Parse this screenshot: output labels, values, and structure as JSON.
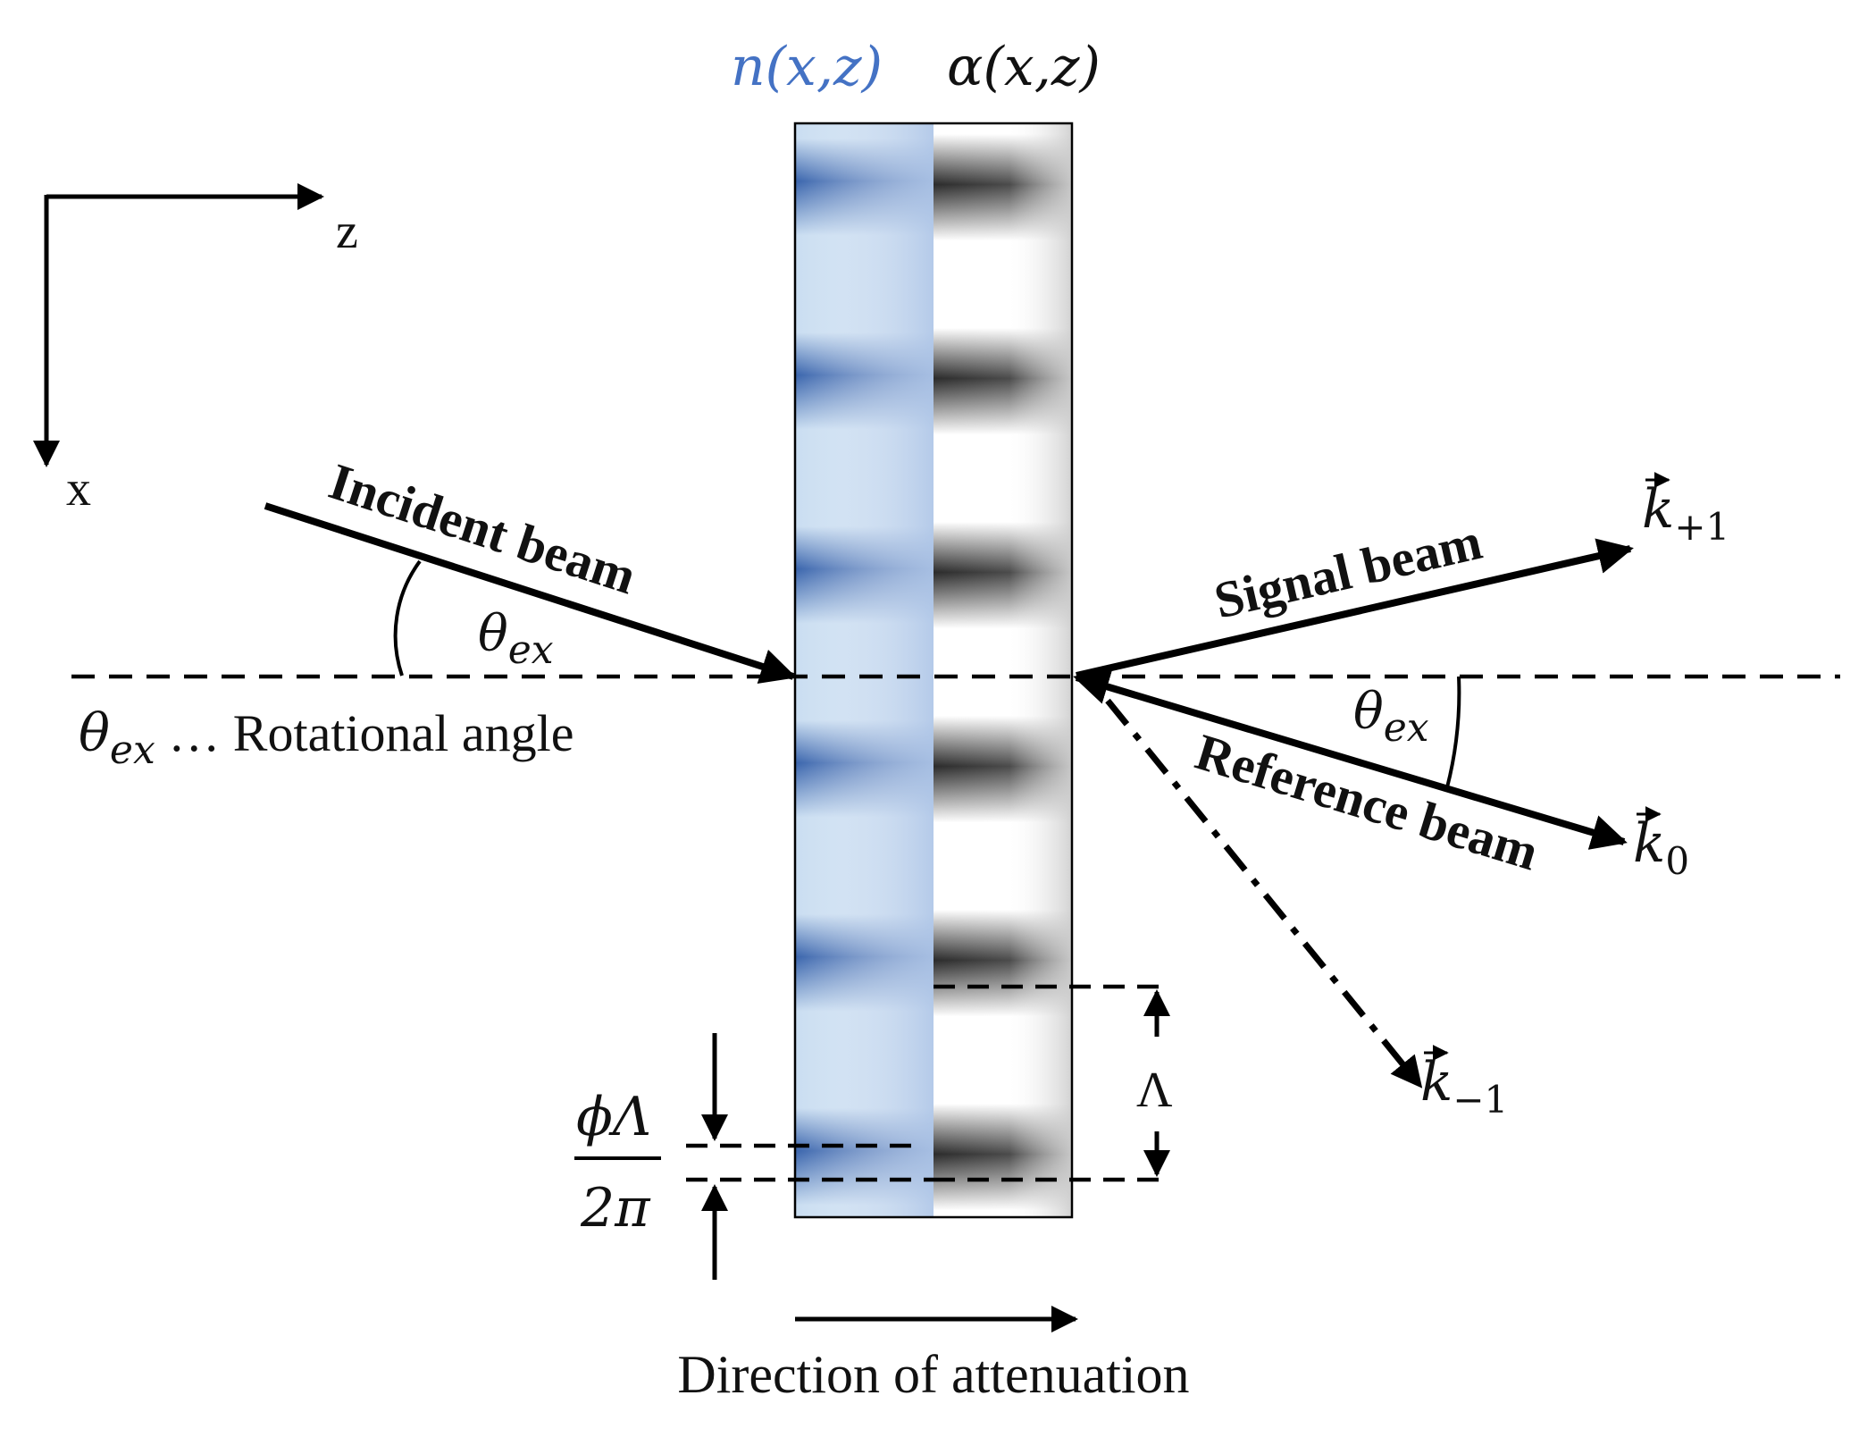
{
  "header": {
    "n_label": "n(x,z)",
    "alpha_label": "α(x,z)"
  },
  "axes": {
    "z_label": "z",
    "x_label": "x"
  },
  "beams": {
    "incident": "Incident beam",
    "signal": "Signal beam",
    "reference": "Reference beam"
  },
  "angles": {
    "theta_left_base": "θ",
    "theta_left_sub": "ex",
    "theta_right_base": "θ",
    "theta_right_sub": "ex",
    "legend_base": "θ",
    "legend_sub": "ex",
    "legend_text": " … Rotational angle"
  },
  "wavevectors": {
    "k_plus": {
      "base": "k",
      "sub": "+1"
    },
    "k_zero": {
      "base": "k",
      "sub": "0"
    },
    "k_minus": {
      "base": "k",
      "sub": "−1"
    }
  },
  "period": {
    "lambda": "Λ",
    "shift_numerator": "ϕΛ",
    "shift_denominator": "2π"
  },
  "attenuation": {
    "label": "Direction of attenuation"
  },
  "colors": {
    "index_dark": "#3a65ad",
    "index_light": "#c9ddf1",
    "index_header": "#4472c4"
  }
}
